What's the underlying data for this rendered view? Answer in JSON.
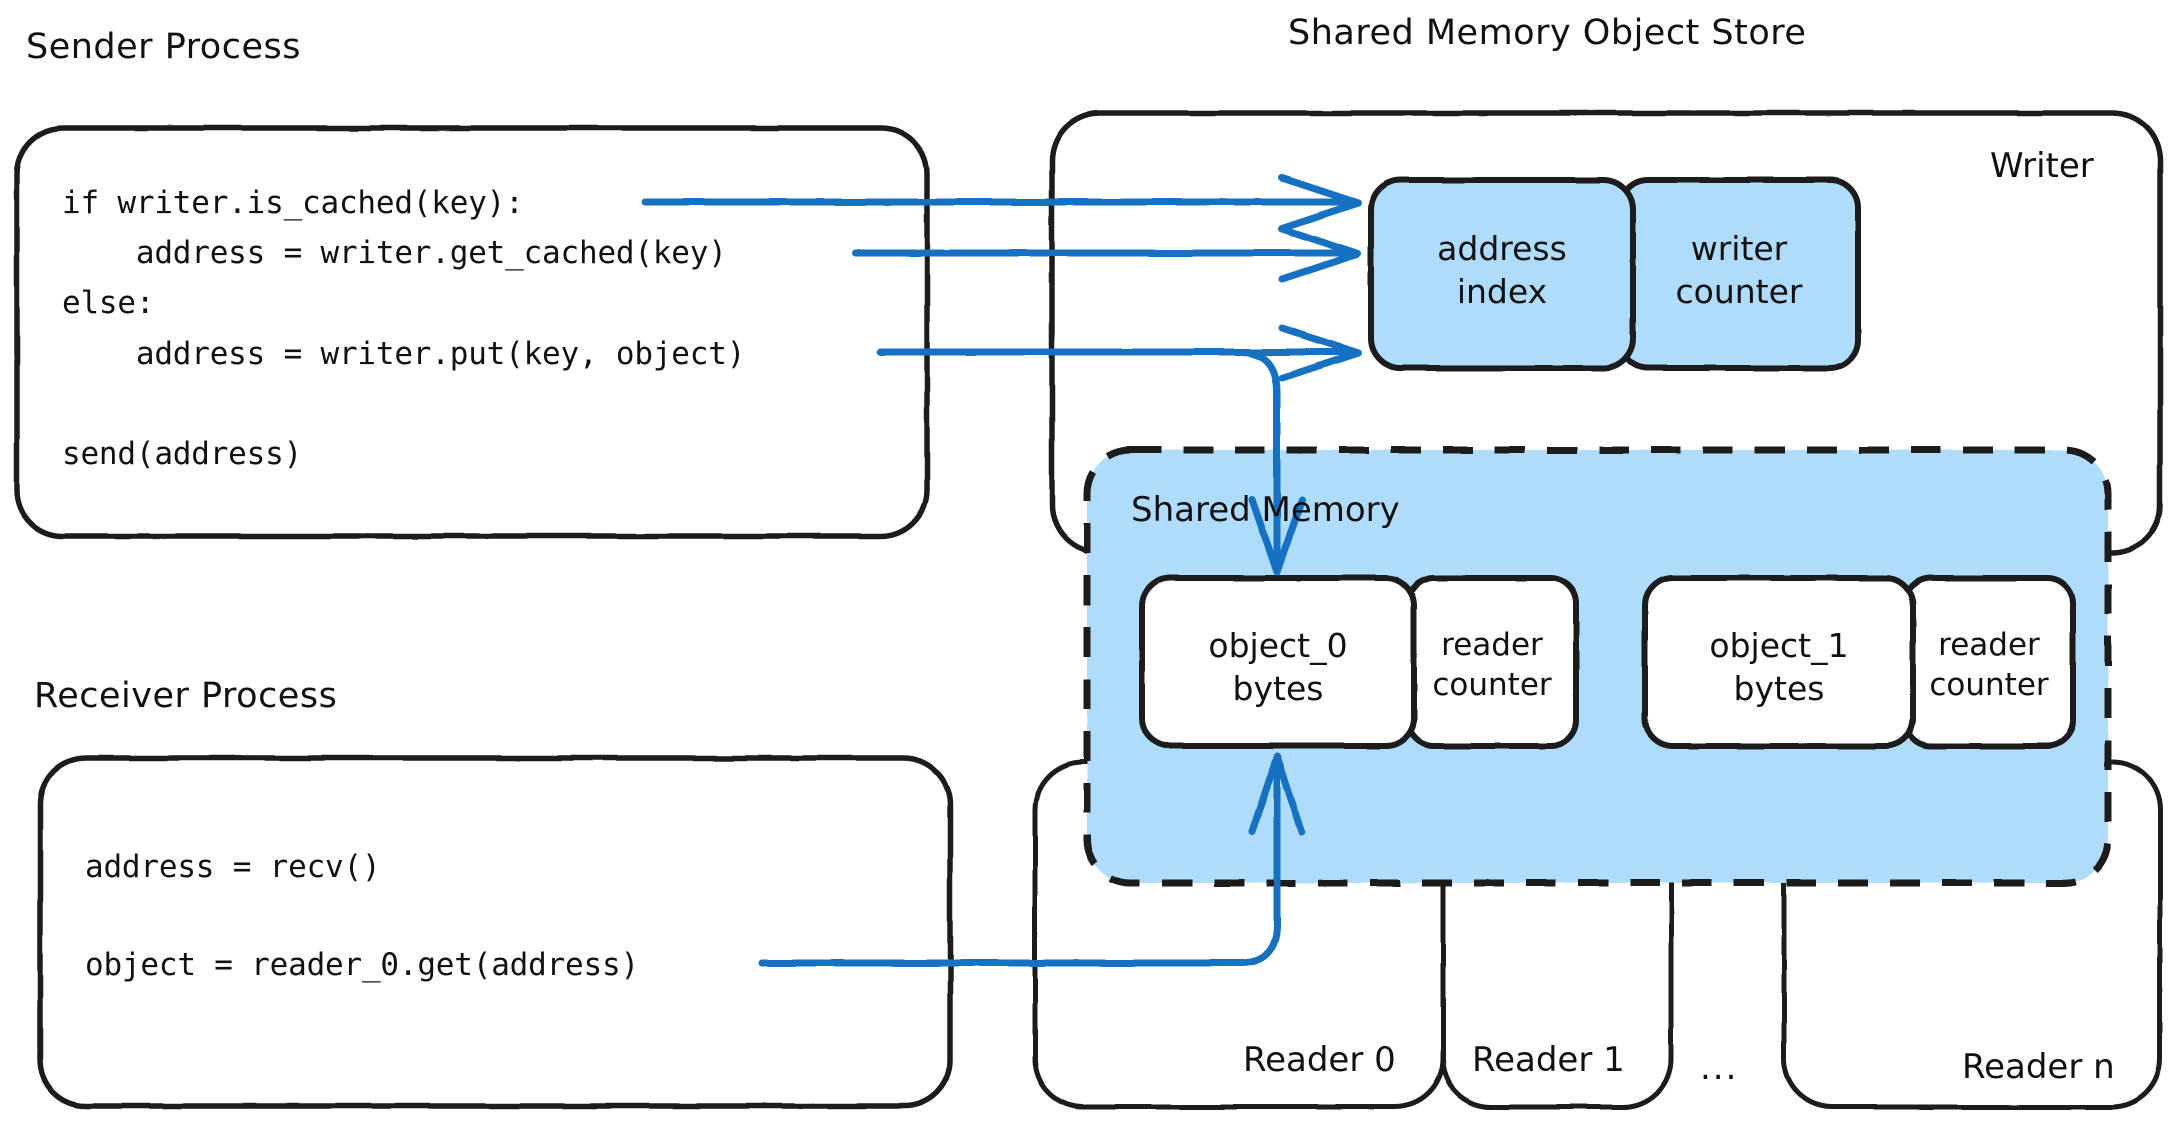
{
  "diagram": {
    "headings": {
      "sender": "Sender Process",
      "receiver": "Receiver Process",
      "store": "Shared Memory Object Store"
    },
    "sender_code": "if writer.is_cached(key):\n    address = writer.get_cached(key)\nelse:\n    address = writer.put(key, object)\n\nsend(address)",
    "receiver_code_lines": {
      "line1": "address = recv()",
      "line2": "object = reader_0.get(address)"
    },
    "writer": {
      "container_label": "Writer",
      "address_index": "address\nindex",
      "writer_counter": "writer\ncounter"
    },
    "shared_memory": {
      "label": "Shared Memory",
      "slots": [
        {
          "object": "object_0\nbytes",
          "counter": "reader\ncounter"
        },
        {
          "object": "object_1\nbytes",
          "counter": "reader\ncounter"
        }
      ]
    },
    "readers": {
      "items": [
        "Reader 0",
        "Reader 1",
        "Reader n"
      ],
      "ellipsis": "..."
    },
    "colors": {
      "stroke": "#1a1a1a",
      "arrow": "#1971c2",
      "fill_blue": "#aedcfa",
      "background": "#ffffff"
    }
  }
}
